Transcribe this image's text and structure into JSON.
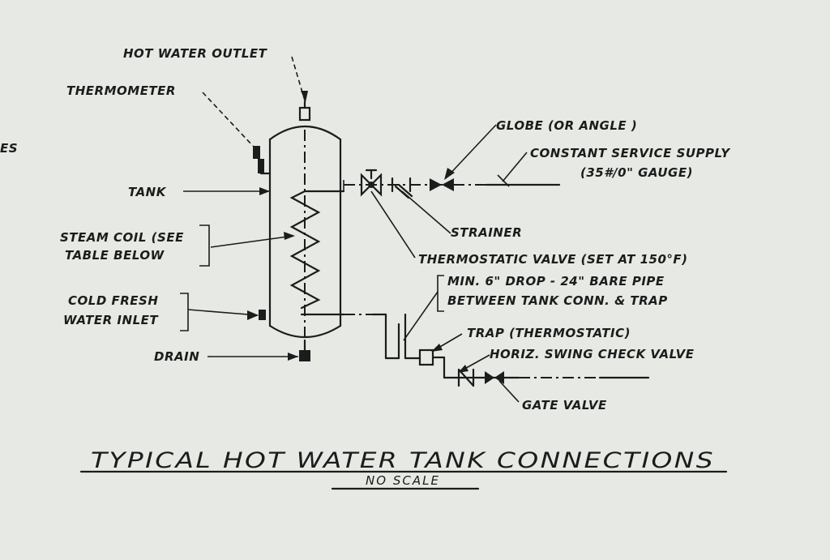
{
  "labels": {
    "hot_water_outlet": "HOT WATER OUTLET",
    "thermometer": "THERMOMETER",
    "tank": "TANK",
    "steam_coil_1": "STEAM COIL (SEE",
    "steam_coil_2": "TABLE BELOW",
    "cold_inlet_1": "COLD FRESH",
    "cold_inlet_2": "WATER INLET",
    "drain": "DRAIN",
    "globe": "GLOBE (OR ANGLE )",
    "supply_1": "CONSTANT SERVICE SUPPLY",
    "supply_2": "(35#/0\" GAUGE)",
    "strainer": "STRAINER",
    "thermostatic_valve": "THERMOSTATIC VALVE (SET AT 150°F)",
    "drop_1": "MIN. 6\" DROP - 24\" BARE PIPE",
    "drop_2": "BETWEEN TANK CONN. & TRAP",
    "trap": "TRAP (THERMOSTATIC)",
    "check_valve": "HORIZ. SWING CHECK VALVE",
    "gate_valve": "GATE VALVE",
    "edge_fragment": "ES"
  },
  "title": {
    "main": "TYPICAL HOT WATER TANK CONNECTIONS",
    "sub": "NO SCALE"
  },
  "colors": {
    "paper": "#e6e9e4",
    "ink": "#1c1c1c"
  }
}
